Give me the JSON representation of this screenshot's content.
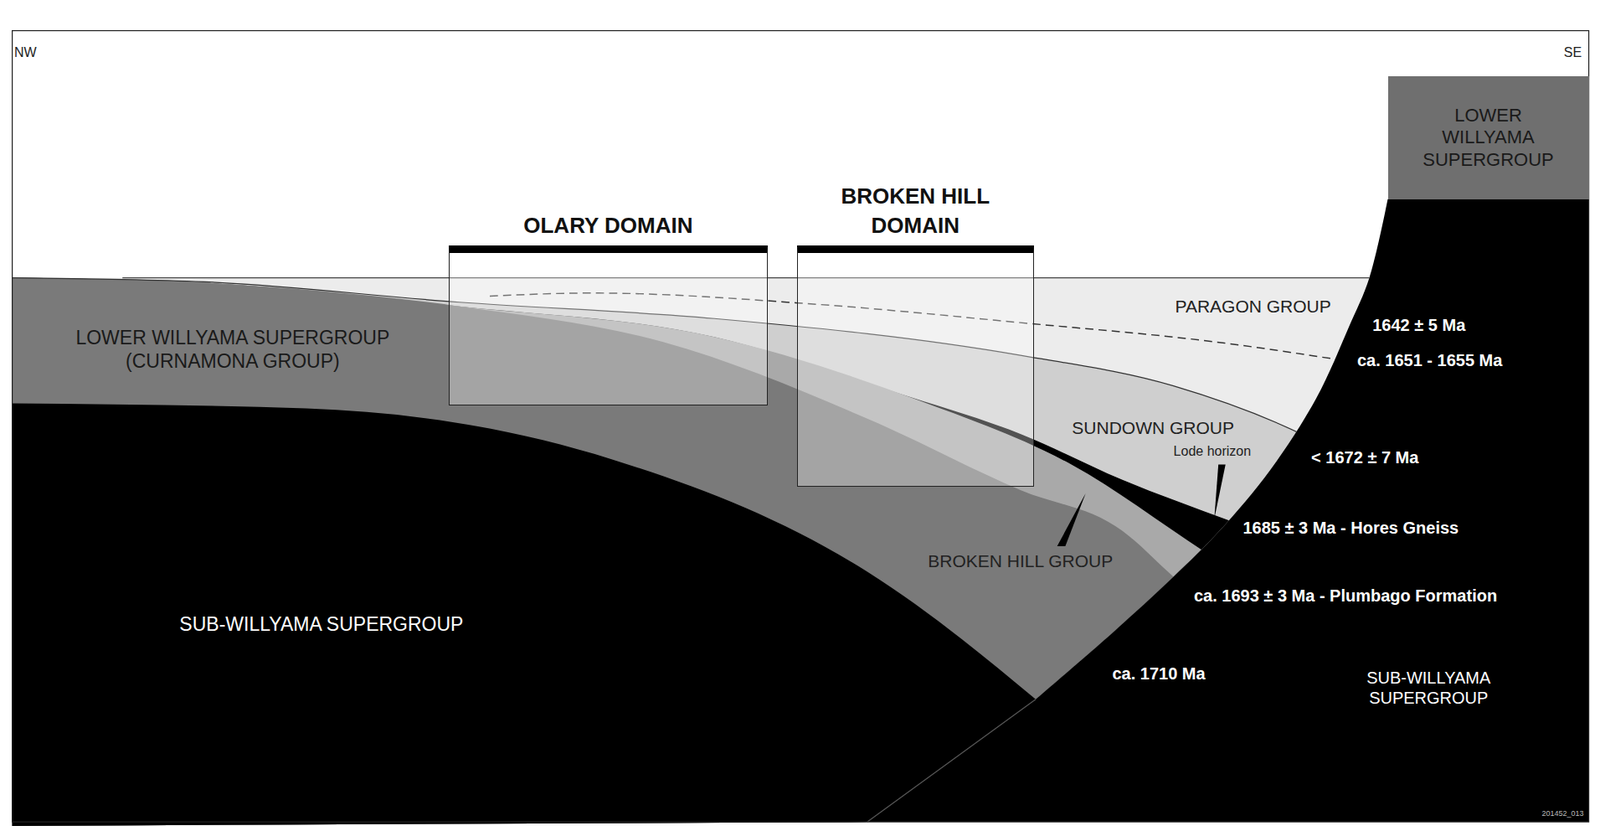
{
  "diagram": {
    "nodes": [
      {
        "text": [
          "OLARY DOMAIN"
        ]
      },
      {
        "text": [
          "BROKEN HILL DOMAIN"
        ]
      },
      {
        "text": [
          "LOWER WILLYAMA SUPERGROUP"
        ]
      }
    ],
    "labels": [
      "NW",
      "SE",
      "LOWER WILLYAMA SUPERGROUP (CURNAMONA GROUP)",
      "SUB-WILLYAMA SUPERGROUP",
      "PARAGON GROUP",
      "SUNDOWN GROUP",
      "Lode horizon",
      "BROKEN HILL GROUP",
      "1642 ± 5 Ma",
      "ca. 1651 - 1655 Ma",
      "< 1672 ± 7 Ma",
      "1685 ± 3 Ma - Hores Gneiss",
      "ca. 1693 ± 3 Ma - Plumbago Formation",
      "ca. 1710 Ma",
      "SUB-WILLYAMA SUPERGROUP",
      "201452_013"
    ]
  }
}
